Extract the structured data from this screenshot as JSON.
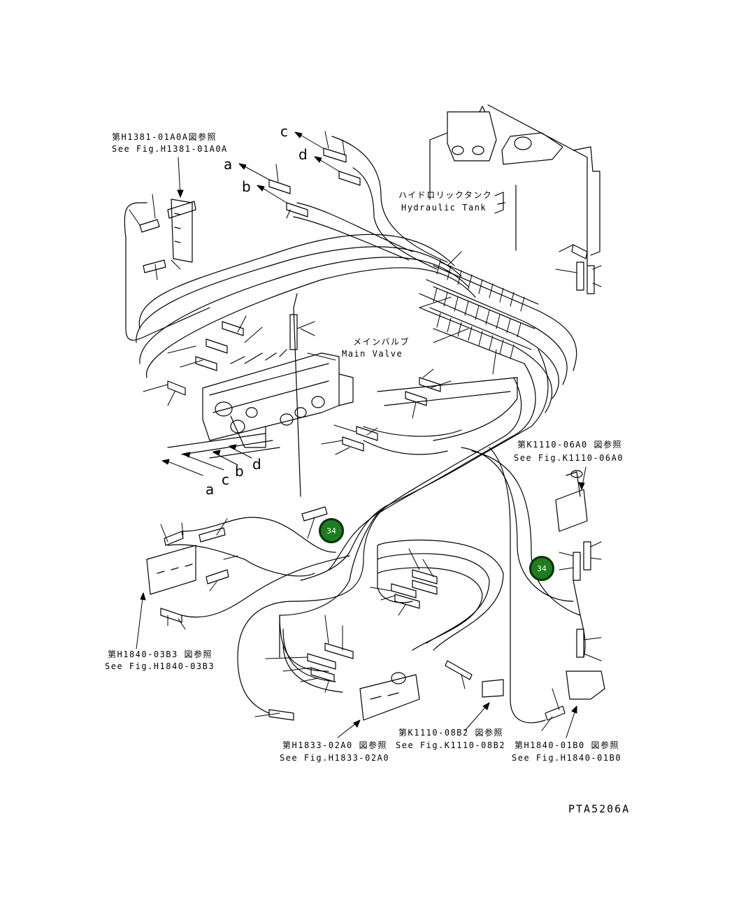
{
  "references": {
    "h1381": {
      "jp": "第H1381-01A0A図参照",
      "en": "See Fig.H1381-01A0A"
    },
    "k1110_06": {
      "jp": "第K1110-06A0 図参照",
      "en": "See Fig.K1110-06A0"
    },
    "h1840_03": {
      "jp": "第H1840-03B3 図参照",
      "en": "See Fig.H1840-03B3"
    },
    "h1833": {
      "jp": "第H1833-02A0 図参照",
      "en": "See Fig.H1833-02A0"
    },
    "k1110_08": {
      "jp": "第K1110-08B2 図参照",
      "en": "See Fig.K1110-08B2"
    },
    "h1840_01": {
      "jp": "第H1840-01B0 図参照",
      "en": "See Fig.H1840-01B0"
    }
  },
  "components": {
    "tank": {
      "jp": "ハイドロリックタンク",
      "en": "Hydraulic Tank"
    },
    "main_valve": {
      "jp": "メインバルブ",
      "en": "Main Valve"
    }
  },
  "connection_letters": {
    "top": [
      "c",
      "d",
      "a",
      "b"
    ],
    "bottom": [
      "a",
      "c",
      "b",
      "d"
    ]
  },
  "markers": [
    "34",
    "34"
  ],
  "marker_color": "#1e7d1e",
  "drawing_code": "PTA5206A"
}
